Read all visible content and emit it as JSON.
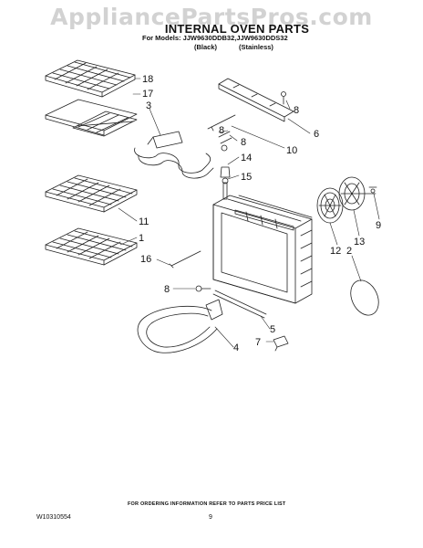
{
  "header": {
    "watermark": "AppliancePartsPros.com",
    "title": "INTERNAL OVEN PARTS",
    "models": "For Models: JJW9630DDB32,JJW9630DDS32",
    "finish_black": "(Black)",
    "finish_stainless": "(Stainless)"
  },
  "callouts": [
    "18",
    "17",
    "3",
    "8",
    "8",
    "8",
    "6",
    "10",
    "14",
    "15",
    "11",
    "1",
    "16",
    "8",
    "5",
    "4",
    "7",
    "12",
    "13",
    "9",
    "2"
  ],
  "footer": {
    "note": "FOR ORDERING INFORMATION REFER TO PARTS PRICE LIST",
    "doc_number": "W10310554",
    "page_number": "9"
  },
  "colors": {
    "line": "#222222",
    "watermark": "#d2d2d2"
  }
}
